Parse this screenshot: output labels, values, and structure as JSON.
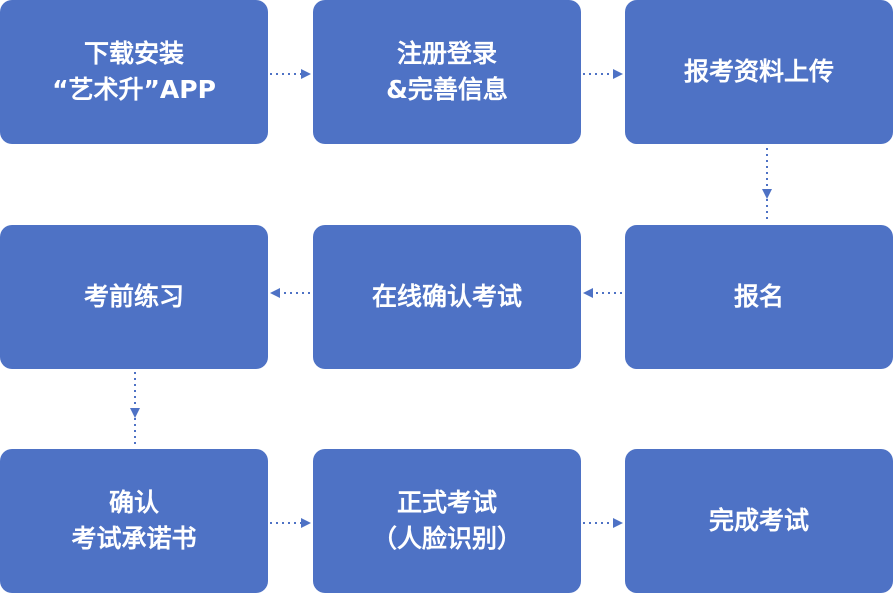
{
  "colors": {
    "box_fill": "#4e72c5",
    "box_text": "#ffffff",
    "connector": "#4e72c5"
  },
  "steps": [
    {
      "line1": "下载安装",
      "line2": "“艺术升”APP"
    },
    {
      "line1": "注册登录",
      "line2": "&完善信息"
    },
    {
      "line1": "报考资料上传",
      "line2": ""
    },
    {
      "line1": "报名",
      "line2": ""
    },
    {
      "line1": "在线确认考试",
      "line2": ""
    },
    {
      "line1": "考前练习",
      "line2": ""
    },
    {
      "line1": "确认",
      "line2": "考试承诺书"
    },
    {
      "line1": "正式考试",
      "line2": "（人脸识别）"
    },
    {
      "line1": "完成考试",
      "line2": ""
    }
  ]
}
